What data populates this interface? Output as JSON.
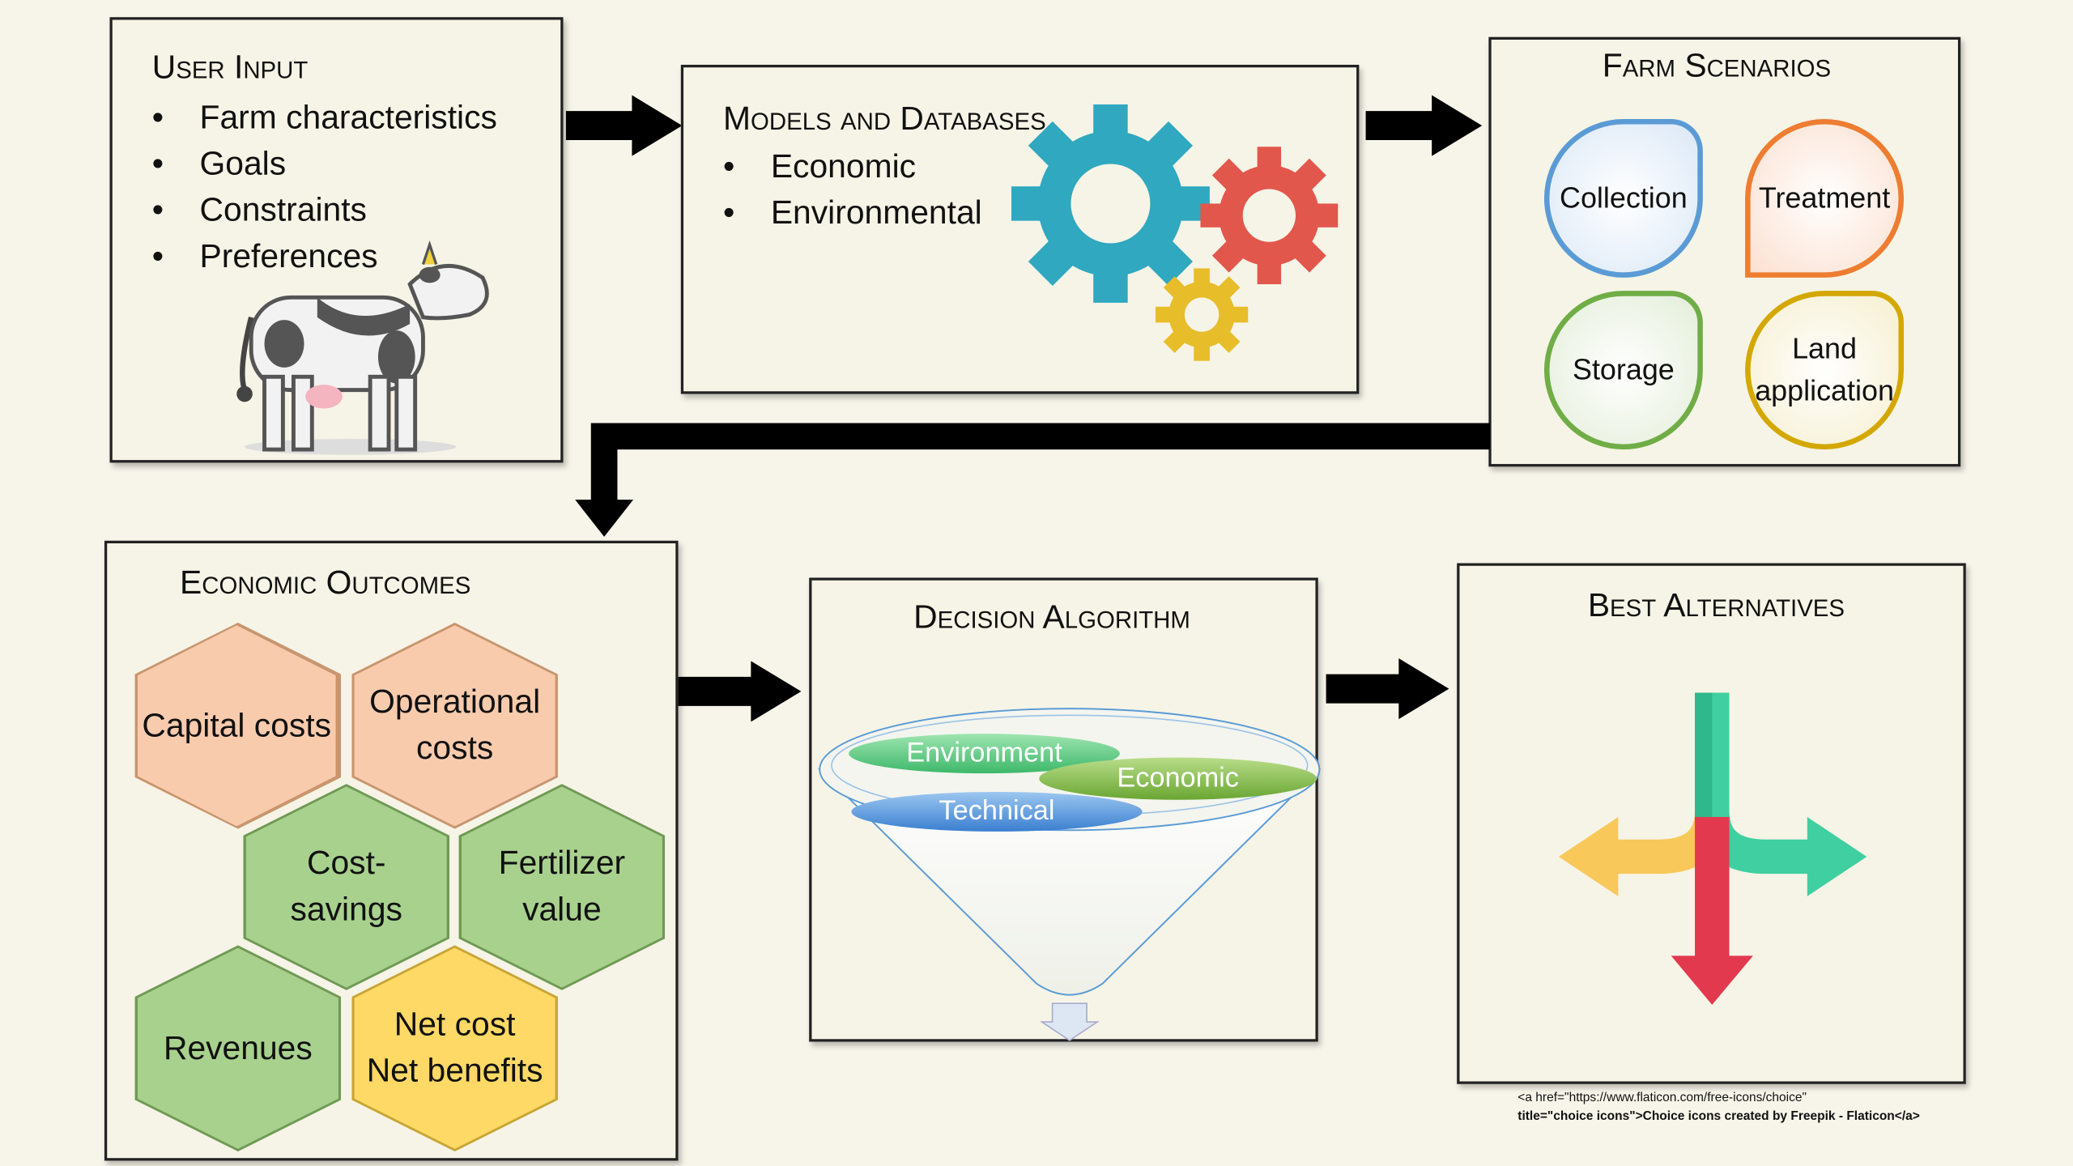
{
  "user_input": {
    "title": "User Input",
    "items": [
      "Farm characteristics",
      "Goals",
      "Constraints",
      "Preferences"
    ]
  },
  "models": {
    "title": "Models and Databases",
    "items": [
      "Economic",
      "Environmental"
    ],
    "gear_colors": [
      "#2fa8c0",
      "#e2574c",
      "#e8bd2a"
    ]
  },
  "farm_scenarios": {
    "title": "Farm Scenarios",
    "items": [
      {
        "label": "Collection",
        "color": "#5b9bd5"
      },
      {
        "label": "Treatment",
        "color": "#ed7d31"
      },
      {
        "label": "Storage",
        "color": "#70ad47"
      },
      {
        "label": "Land application",
        "color": "#d4a800"
      }
    ]
  },
  "economic_outcomes": {
    "title": "Economic Outcomes",
    "items": [
      {
        "label": "Capital costs",
        "color": "#f8cbad"
      },
      {
        "label": "Operational costs",
        "color": "#f8cbad"
      },
      {
        "label": "Cost-savings",
        "color": "#a9d18e"
      },
      {
        "label": "Fertilizer value",
        "color": "#a9d18e"
      },
      {
        "label": "Revenues",
        "color": "#a9d18e"
      },
      {
        "label": "Net cost Net benefits",
        "color": "#ffd966"
      }
    ]
  },
  "decision": {
    "title": "Decision Algorithm",
    "criteria": [
      "Environment",
      "Economic",
      "Technical"
    ]
  },
  "best": {
    "title": "Best Alternatives",
    "arrow_colors": [
      "#3fcfa0",
      "#f9c85b",
      "#e2394f"
    ]
  },
  "attribution": {
    "line1": "<a href=\"https://www.flaticon.com/free-icons/choice\"",
    "line2": "title=\"choice icons\">Choice icons created by Freepik - Flaticon</a>"
  }
}
